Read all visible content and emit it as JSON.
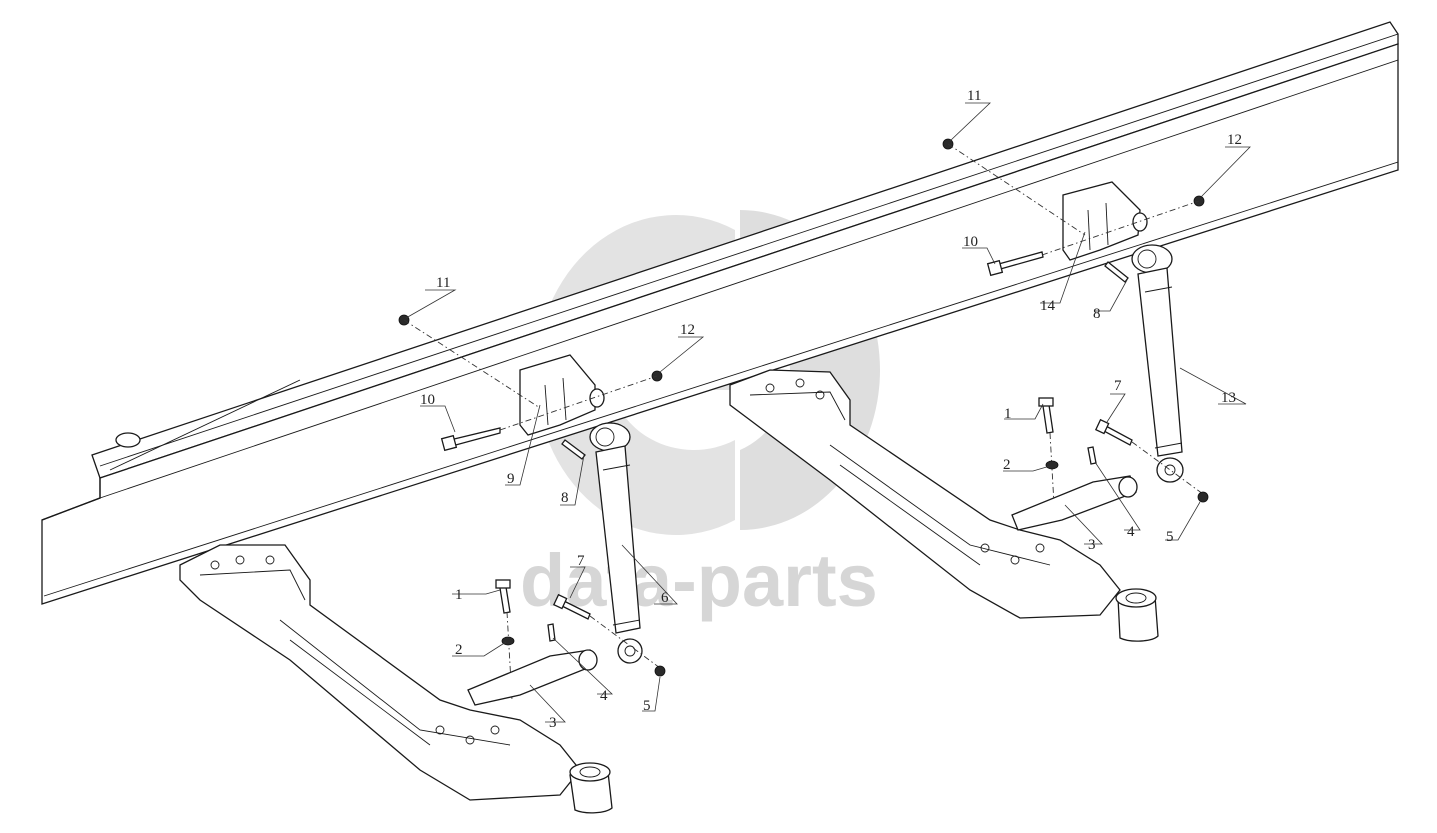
{
  "watermark": {
    "text": "data-parts",
    "color": "#d6d6d6"
  },
  "callouts": {
    "front_left": {
      "p1": "1",
      "p2": "2",
      "p3": "3",
      "p4": "4",
      "p5": "5",
      "p6": "6",
      "p7": "7",
      "p8": "8",
      "p9": "9",
      "p10": "10",
      "p11": "11",
      "p12": "12"
    },
    "rear_right": {
      "p1": "1",
      "p2": "2",
      "p3": "3",
      "p4": "4",
      "p5": "5",
      "p7": "7",
      "p8": "8",
      "p10": "10",
      "p11": "11",
      "p12": "12",
      "p13": "13",
      "p14": "14"
    }
  }
}
